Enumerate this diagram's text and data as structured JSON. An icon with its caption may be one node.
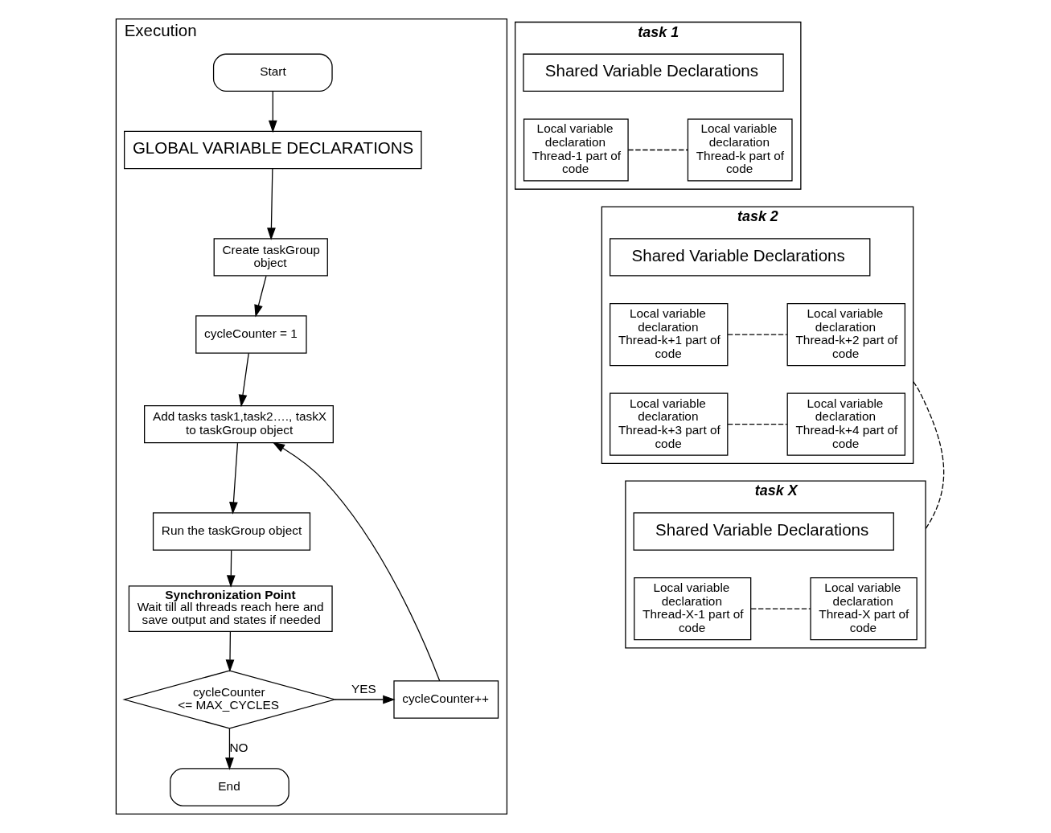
{
  "diagram": {
    "nodes": [
      {
        "text": [
          "Execution"
        ]
      },
      {
        "text": [
          "Start"
        ],
        "in": 0
      },
      {
        "text": [
          "GLOBAL VARIABLE DECLARATIONS"
        ],
        "in": 0
      },
      {
        "text": [
          "Create taskGroup object"
        ],
        "in": 0
      },
      {
        "text": [
          "cycleCounter = 1"
        ],
        "in": 0
      },
      {
        "text": [
          "Add tasks task1,task2…., taskX  to taskGroup object"
        ],
        "in": 0
      },
      {
        "text": [
          "Run the taskGroup object"
        ],
        "in": 0
      },
      {
        "text": [
          "Synchronization Point",
          "Wait till all threads reach here and save output and states if needed"
        ],
        "in": 0
      },
      {
        "text": [
          "cycleCounter <= MAX_CYCLES"
        ],
        "in": 0
      },
      {
        "text": [
          "cycleCounter++"
        ],
        "in": 0
      },
      {
        "text": [
          "End"
        ],
        "in": 0
      },
      {
        "text": [
          "task 1"
        ]
      },
      {
        "text": [
          "Shared Variable Declarations"
        ],
        "in": 11
      },
      {
        "text": [
          "Local variable declaration Thread-1 part of code"
        ],
        "in": 11
      },
      {
        "text": [
          "Local variable declaration Thread-k part of code"
        ],
        "in": 11
      },
      {
        "text": [
          "task 2"
        ]
      },
      {
        "text": [
          "Shared Variable Declarations"
        ],
        "in": 15
      },
      {
        "text": [
          "Local variable declaration Thread-k+1 part of code"
        ],
        "in": 15
      },
      {
        "text": [
          "Local variable declaration Thread-k+2 part of code"
        ],
        "in": 15
      },
      {
        "text": [
          "Local variable declaration Thread-k+3 part of code"
        ],
        "in": 15
      },
      {
        "text": [
          "Local variable declaration Thread-k+4 part of code"
        ],
        "in": 15
      },
      {
        "text": [
          "task X"
        ]
      },
      {
        "text": [
          "Shared Variable Declarations"
        ],
        "in": 21
      },
      {
        "text": [
          "Local variable declaration Thread-X-1 part of code"
        ],
        "in": 21
      },
      {
        "text": [
          "Local variable declaration Thread-X part of code"
        ],
        "in": 21
      }
    ],
    "edges": [
      {
        "from": 1,
        "to": 2,
        "arrow": "to"
      },
      {
        "from": 2,
        "to": 3,
        "arrow": "to"
      },
      {
        "from": 3,
        "to": 4,
        "arrow": "to"
      },
      {
        "from": 4,
        "to": 5,
        "arrow": "to"
      },
      {
        "from": 5,
        "to": 6,
        "arrow": "to"
      },
      {
        "from": 6,
        "to": 7,
        "arrow": "to"
      },
      {
        "from": 7,
        "to": 8,
        "arrow": "to"
      },
      {
        "from": 8,
        "to": 9,
        "arrow": "to",
        "label": "YES"
      },
      {
        "from": 9,
        "to": 5,
        "arrow": "to"
      },
      {
        "from": 8,
        "to": 10,
        "arrow": "to",
        "label": "NO"
      },
      {
        "from": 13,
        "to": 14,
        "arrow": "none",
        "style": "dashed"
      },
      {
        "from": 17,
        "to": 18,
        "arrow": "none",
        "style": "dashed"
      },
      {
        "from": 19,
        "to": 20,
        "arrow": "none",
        "style": "dashed"
      },
      {
        "from": 15,
        "to": 21,
        "arrow": "none",
        "style": "dashed"
      },
      {
        "from": 23,
        "to": 24,
        "arrow": "none",
        "style": "dashed"
      }
    ]
  }
}
